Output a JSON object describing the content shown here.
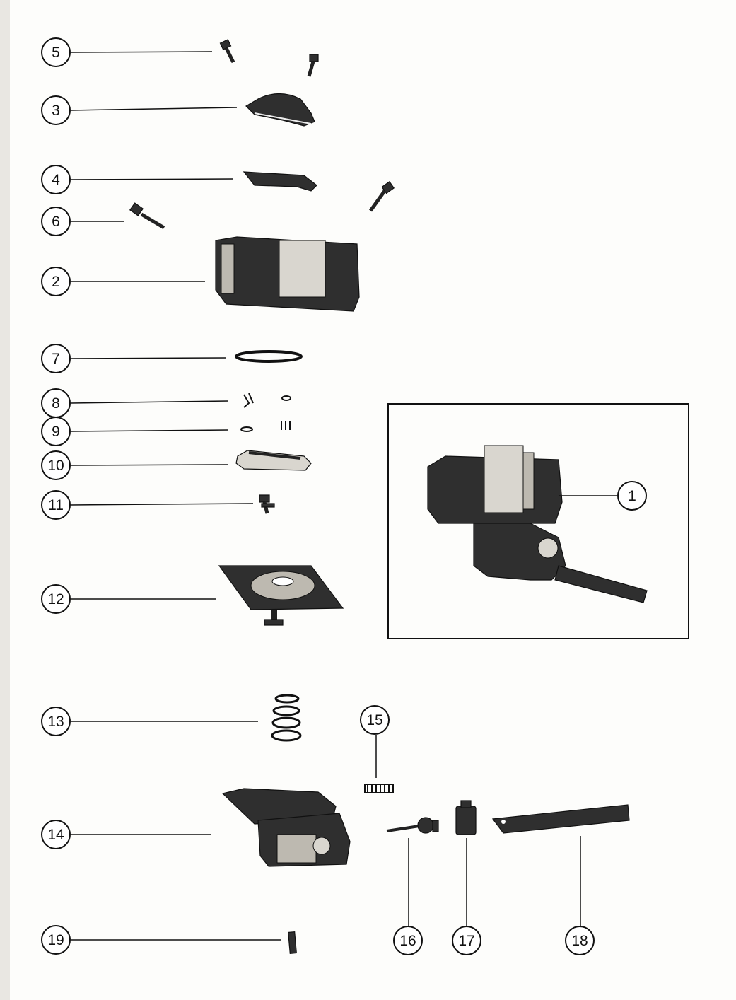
{
  "diagram": {
    "inset_callout": "1",
    "callouts": [
      {
        "id": "5",
        "label": "5"
      },
      {
        "id": "3",
        "label": "3"
      },
      {
        "id": "4",
        "label": "4"
      },
      {
        "id": "6",
        "label": "6"
      },
      {
        "id": "2",
        "label": "2"
      },
      {
        "id": "7",
        "label": "7"
      },
      {
        "id": "8",
        "label": "8"
      },
      {
        "id": "9",
        "label": "9"
      },
      {
        "id": "10",
        "label": "10"
      },
      {
        "id": "11",
        "label": "11"
      },
      {
        "id": "12",
        "label": "12"
      },
      {
        "id": "13",
        "label": "13"
      },
      {
        "id": "14",
        "label": "14"
      },
      {
        "id": "19",
        "label": "19"
      },
      {
        "id": "15",
        "label": "15"
      },
      {
        "id": "16",
        "label": "16"
      },
      {
        "id": "17",
        "label": "17"
      },
      {
        "id": "18",
        "label": "18"
      }
    ]
  }
}
